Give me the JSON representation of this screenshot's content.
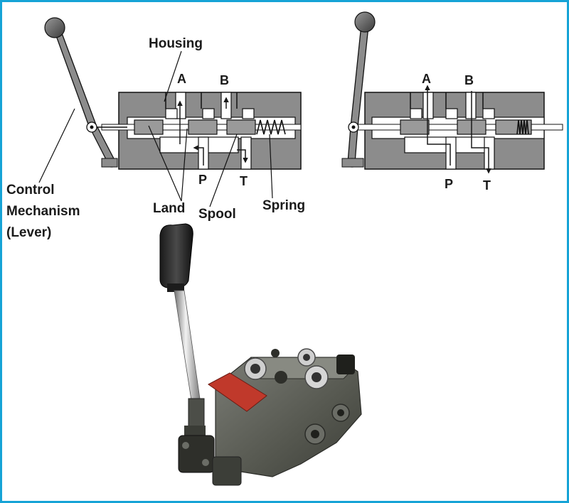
{
  "labels": {
    "housing": "Housing",
    "control_mechanism": [
      "Control",
      "Mechanism",
      "(Lever)"
    ],
    "land": "Land",
    "spool": "Spool",
    "spring": "Spring"
  },
  "ports_left": {
    "a": "A",
    "b": "B",
    "p": "P",
    "t": "T"
  },
  "ports_right": {
    "a": "A",
    "b": "B",
    "p": "P",
    "t": "T"
  },
  "colors": {
    "border": "#16a3d6",
    "housing": "#8c8c8c",
    "passage": "#ffffff",
    "spool": "#9a9a9a",
    "valve_body": "#5a5c55",
    "plate": "#c0392b"
  },
  "photo": {
    "description_icon": "hydraulic-directional-control-valve-photo"
  }
}
